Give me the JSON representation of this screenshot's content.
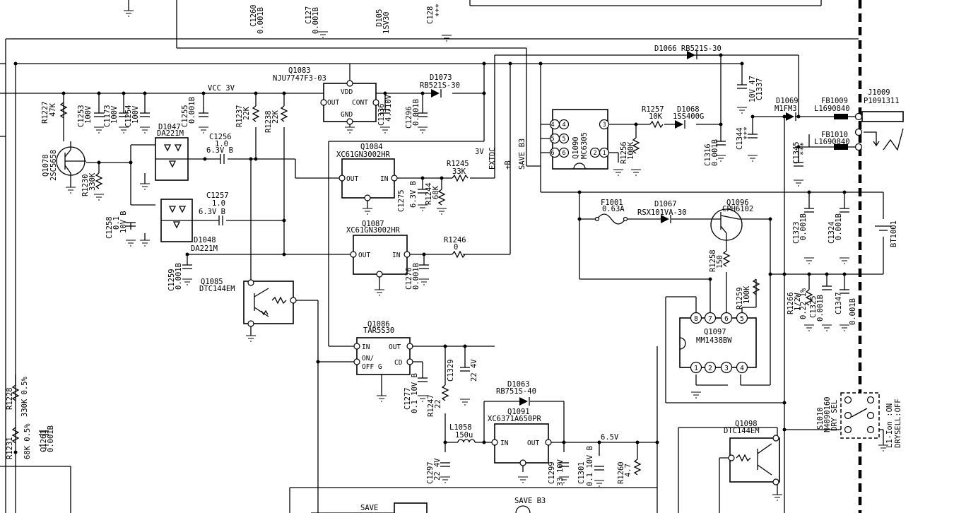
{
  "labels": {
    "q1083_ref": "Q1083",
    "q1083_part": "NJU7747F3-03",
    "vdd": "VDD",
    "out": "OUT",
    "cont": "CONT",
    "gnd": "GND",
    "vcc3v": "VCC    3V",
    "d1066": "D1066  RB521S-30",
    "d1073_ref": "D1073",
    "d1073_part": "RB521S-30",
    "r1227": "R1227",
    "r1227_v": "47K",
    "c1253": "C1253",
    "c1253_v": "100V",
    "c1173": "C1173",
    "c1173_v": "100V",
    "c1254": "C1254",
    "c1254_v": "100V",
    "c1255": "C1255",
    "c1255_v": "0.001B",
    "r1237": "R1237",
    "r1237_v": "22K",
    "r1238": "R1238",
    "r1238_v": "22K",
    "c1336": "C1336",
    "c1336_v": "4.710V",
    "c1296": "C1296",
    "c1296_v": "0.001B",
    "q1078": "Q1078",
    "q1078_v": "2SC5658",
    "r1230": "R1230",
    "r1230_v": "330K",
    "d1047": "D1047",
    "d1047_v": "DA221M",
    "c1256": "C1256",
    "c1256_v": "1.0",
    "c1256_v2": "6.3V B",
    "q1084": "Q1084",
    "q1084_v": "XC61GN3002HR",
    "in": "IN",
    "r1245": "R1245",
    "r1245_v": "33K",
    "v3": "3V",
    "extdc": "EXTDC",
    "plusb": "+B",
    "saveb3": "SAVE B3",
    "c1275": "C1275",
    "c1275_v": "6.3V B",
    "r1244": "R1244",
    "r1244_v": "68K",
    "c1257": "C1257",
    "c1257_v": "1.0",
    "c1257_v2": "6.3V  B",
    "c1258": "C1258",
    "c1258_v": "0.1",
    "c1258_v2": "10V  B",
    "d1048": "D1048",
    "d1048_v": "DA221M",
    "q1087": "Q1087",
    "q1087_v": "XC61GN3002HR",
    "r1246": "R1246",
    "r1246_v": "0",
    "c1259": "C1259",
    "c1259_v": "0.001B",
    "q1085": "Q1085",
    "q1085_v": "DTC144EM",
    "c1276": "C1276",
    "c1276_v": "0.001B",
    "q1090": "Q1090",
    "q1090_v": "MC6305",
    "r1257": "R1257",
    "r1257_v": "10K",
    "d1068": "D1068",
    "d1068_v": "1SS400G",
    "r1256": "R1256",
    "r1256_v": "100K",
    "c1316": "C1316",
    "c1316_v": "0.001B",
    "c1337": "C1337",
    "c1337_v": "10V 47",
    "c1344": "C1344",
    "c1344_v": "***",
    "d1069": "D1069",
    "d1069_v": "M1FM3",
    "fb1009": "FB1009",
    "fb1009_v": "L1690840",
    "fb1010": "FB1010",
    "fb1010_v": "L1690840",
    "j1009": "J1009",
    "j1009_v": "P1091311",
    "c1345": "C1345",
    "c1345_v": "***",
    "f1001": "F1001",
    "f1001_v": "0.63A",
    "d1067": "D1067",
    "d1067_v": "RSX101VA-30",
    "q1096": "Q1096",
    "q1096_v": "CPH6102",
    "c1323": "C1323",
    "c1323_v": "0.001B",
    "c1324": "C1324",
    "c1324_v": "0.001B",
    "bt1001": "BT1001",
    "r1258": "R1258",
    "r1258_v": "150",
    "r1259": "R1259",
    "r1259_v": "100K",
    "r1266": "R1266",
    "r1266_v": "1/2W",
    "r1266_v2": "0.22 1%",
    "c1325": "C1325",
    "c1325_v": "0.001B",
    "c1347": "C1347",
    "c1347_v": "0.001B",
    "q1097": "Q1097",
    "q1097_v": "MM1438BW",
    "q1086": "Q1086",
    "q1086_v": "TAR5S30",
    "onoff": "ON/",
    "off": "OFF G",
    "cd": "CD",
    "c1277": "C1277",
    "c1277_v": "0.1 10V B",
    "c1329": "C1329",
    "c1329_v": "22 4V",
    "d1063": "D1063",
    "d1063_v": "RB751S-40",
    "q1091": "Q1091",
    "q1091_v": "XC6371A650PR",
    "r1247": "R1247",
    "r1247_v": "22",
    "l1058": "L1058",
    "l1058_v": "150u",
    "v65": "6.5V",
    "c1297": "C1297",
    "c1297_v": "22 4V",
    "c1299": "C1299",
    "c1299_v": "33 10V",
    "c1301": "C1301",
    "c1301_v": "0.1 10V B",
    "r1260": "R1260",
    "r1260_v": "4.7",
    "save": "SAVE",
    "save_b3": "SAVE B3",
    "r1228": "R1228",
    "r1228_v": "330K 0.5%",
    "r1231": "R1231",
    "r1231_v": "68K 0.5%",
    "c1261": "C1261",
    "c1261_v": "0.001B",
    "q1098": "Q1098",
    "q1098_v": "DTC144EM",
    "s1010": "S1010",
    "s1010_v": "N4090160",
    "s1010_v2": "DRY SEL",
    "sw_on": "L1-Ion :ON",
    "sw_off": "DRYSELL:OFF",
    "c1260": "C1260",
    "c1260_v": "0.001B",
    "c127x": "C127",
    "c127x_v": "0.001B",
    "d1050": "D105",
    "d1050_v": "1SV30",
    "c1280": "C128",
    "c1280_v": "***"
  }
}
